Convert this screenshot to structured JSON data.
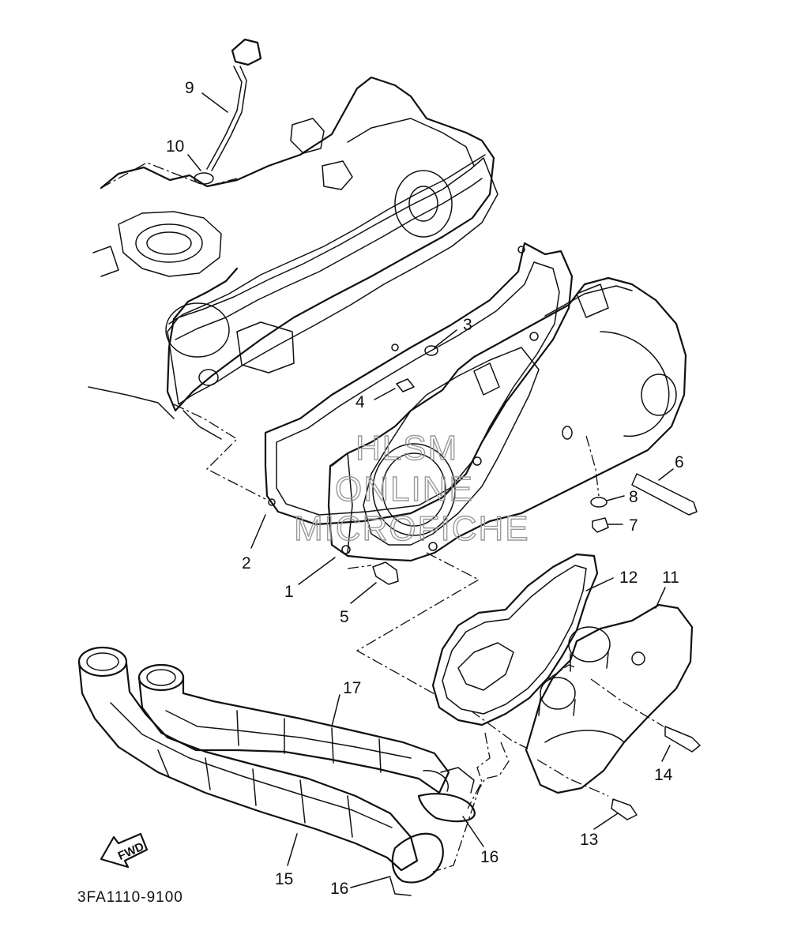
{
  "diagram": {
    "part_code": "3FA1110-9100",
    "direction_label": "FWD",
    "watermark": [
      "HLSM",
      "ONLINE",
      "MICROFICHE"
    ],
    "callouts": [
      "1",
      "2",
      "3",
      "4",
      "5",
      "6",
      "7",
      "8",
      "9",
      "10",
      "11",
      "12",
      "13",
      "14",
      "15",
      "16",
      "16",
      "17"
    ]
  }
}
